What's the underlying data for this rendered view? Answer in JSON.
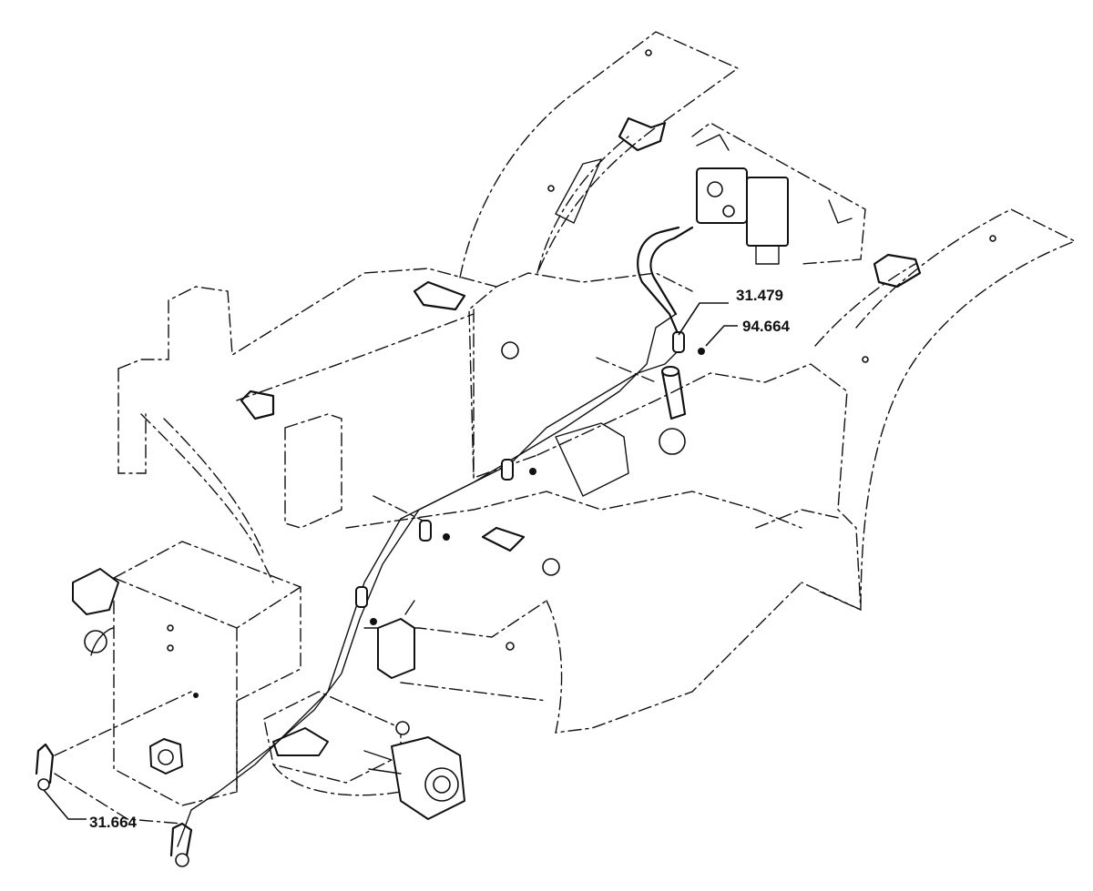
{
  "callouts": {
    "upper_clip": "31.479",
    "nut": "94.664",
    "hose_end": "31.664"
  }
}
